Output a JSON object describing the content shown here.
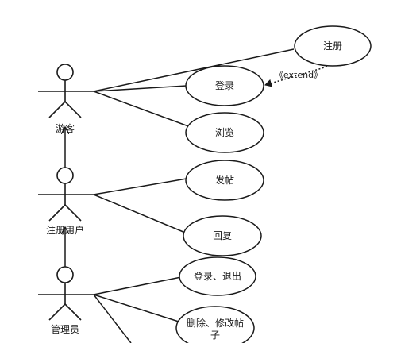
{
  "diagram": {
    "actors": {
      "visitor": "游客",
      "registered_user": "注册用户",
      "admin": "管理员"
    },
    "use_cases": {
      "register": "注册",
      "login": "登录",
      "browse": "浏览",
      "post": "发帖",
      "reply": "回复",
      "login_logout": "登录、退出",
      "delete_modify_line1": "删除、修改帖",
      "delete_modify_line2": "子"
    },
    "relations": {
      "extend_label": "《extend》"
    },
    "colors": {
      "stroke": "#1a1a1a",
      "background": "#ffffff"
    }
  }
}
